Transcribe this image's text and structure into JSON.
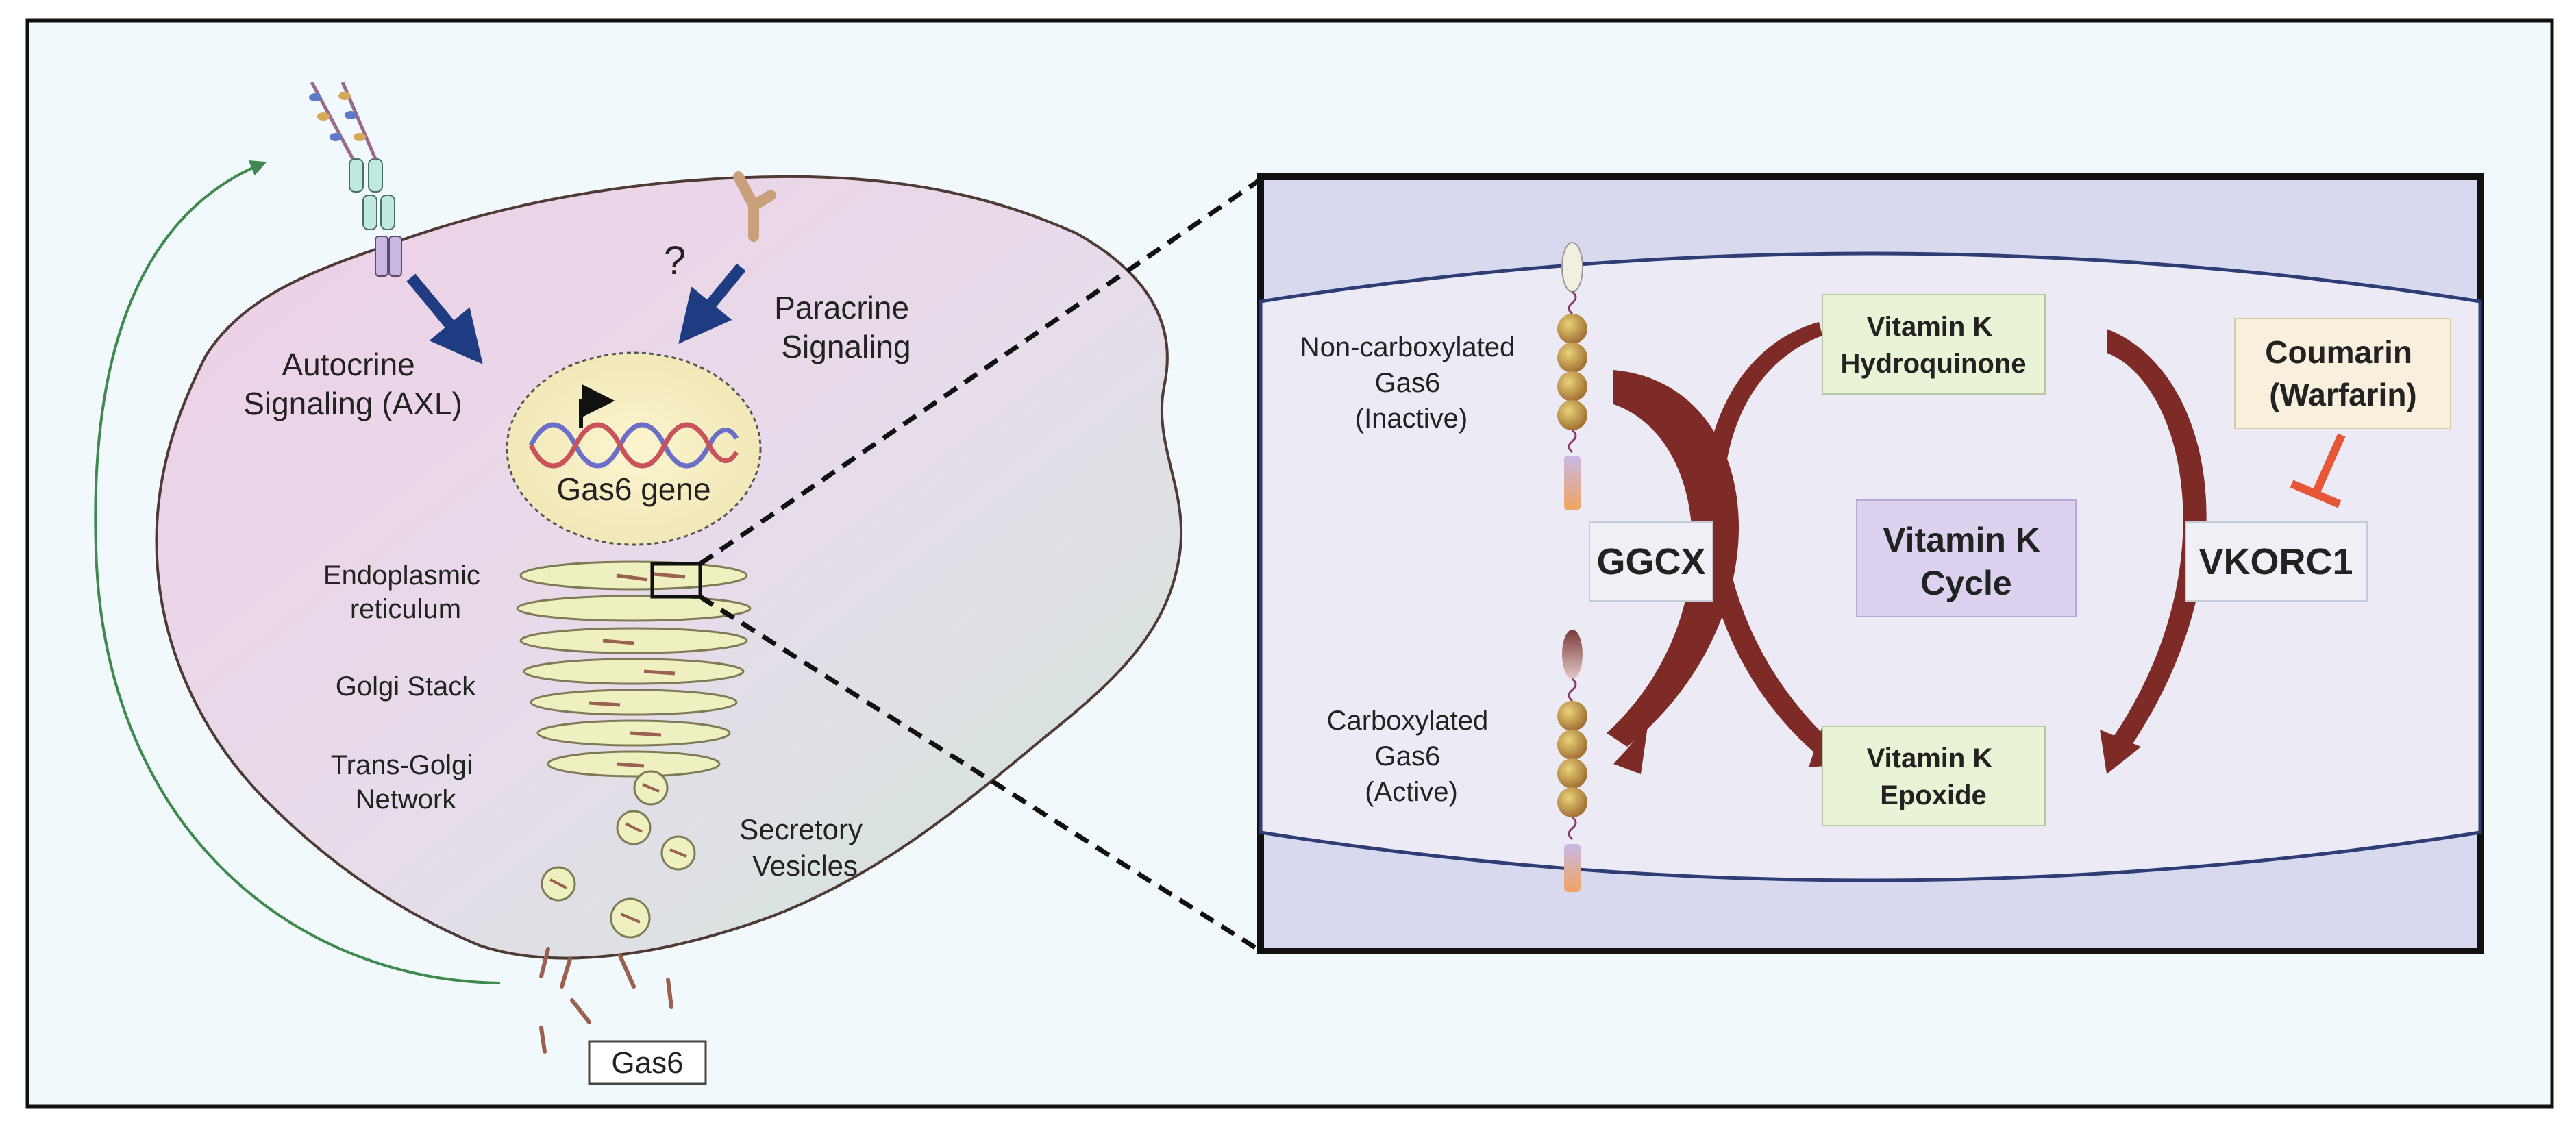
{
  "labels": {
    "autocrine": [
      "Autocrine",
      "Signaling (AXL)"
    ],
    "paracrine": [
      "Paracrine",
      "Signaling"
    ],
    "question": "?",
    "gene": "Gas6 gene",
    "er": [
      "Endoplasmic",
      "reticulum"
    ],
    "golgi": "Golgi Stack",
    "trans_golgi": [
      "Trans-Golgi",
      "Network"
    ],
    "vesicles": [
      "Secretory",
      "Vesicles"
    ],
    "gas6": "Gas6"
  },
  "inset": {
    "non_carboxylated": [
      "Non-carboxylated",
      "Gas6",
      "(Inactive)"
    ],
    "carboxylated": [
      "Carboxylated",
      "Gas6",
      "(Active)"
    ],
    "hydroquinone": [
      "Vitamin K",
      "Hydroquinone"
    ],
    "epoxide": [
      "Vitamin K",
      "Epoxide"
    ],
    "cycle": [
      "Vitamin K",
      "Cycle"
    ],
    "ggcx": "GGCX",
    "vkorc1": "VKORC1",
    "inhibitor": [
      "Coumarin",
      "(Warfarin)"
    ]
  },
  "colors": {
    "receptor_arrow": "#1f3b82",
    "enzyme_arrow": "#7e2b27",
    "feedback_arrow": "#3e8a4e",
    "inhibitor": "#c0392b",
    "enzyme_text": "#3c1f6e",
    "metabolite_box": "#e9f4d6",
    "cycle_box": "#dcd2ef"
  }
}
